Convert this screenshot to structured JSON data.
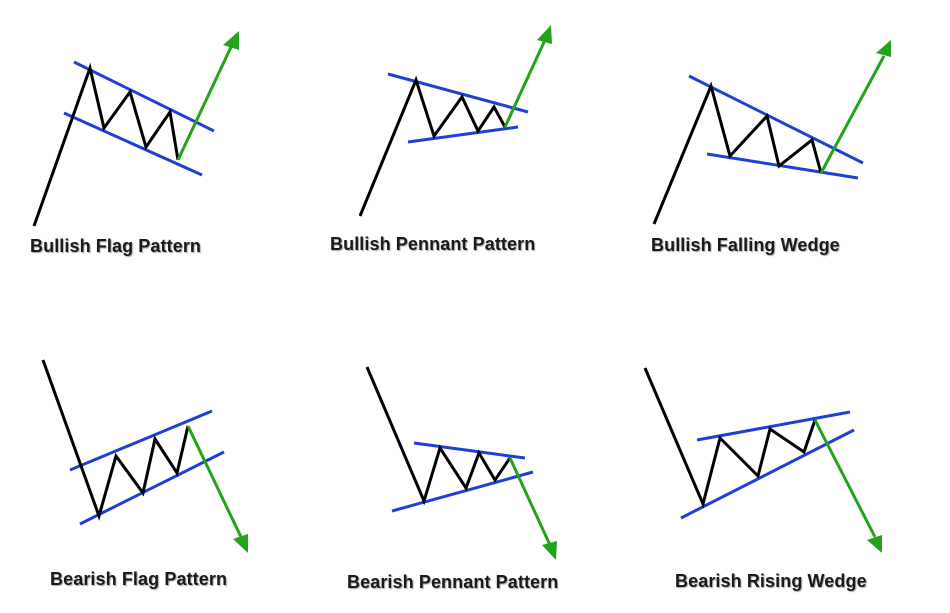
{
  "colors": {
    "price_line": "#000000",
    "trend_line": "#1f3fd6",
    "breakout_arrow": "#22a319",
    "label_text": "#1a1a1a"
  },
  "patterns": [
    {
      "label": "Bullish Flag Pattern",
      "breakout": "up"
    },
    {
      "label": "Bullish Pennant Pattern",
      "breakout": "up"
    },
    {
      "label": "Bullish Falling Wedge",
      "breakout": "up"
    },
    {
      "label": "Bearish Flag Pattern",
      "breakout": "down"
    },
    {
      "label": "Bearish Pennant Pattern",
      "breakout": "down"
    },
    {
      "label": "Bearish Rising Wedge",
      "breakout": "down"
    }
  ]
}
